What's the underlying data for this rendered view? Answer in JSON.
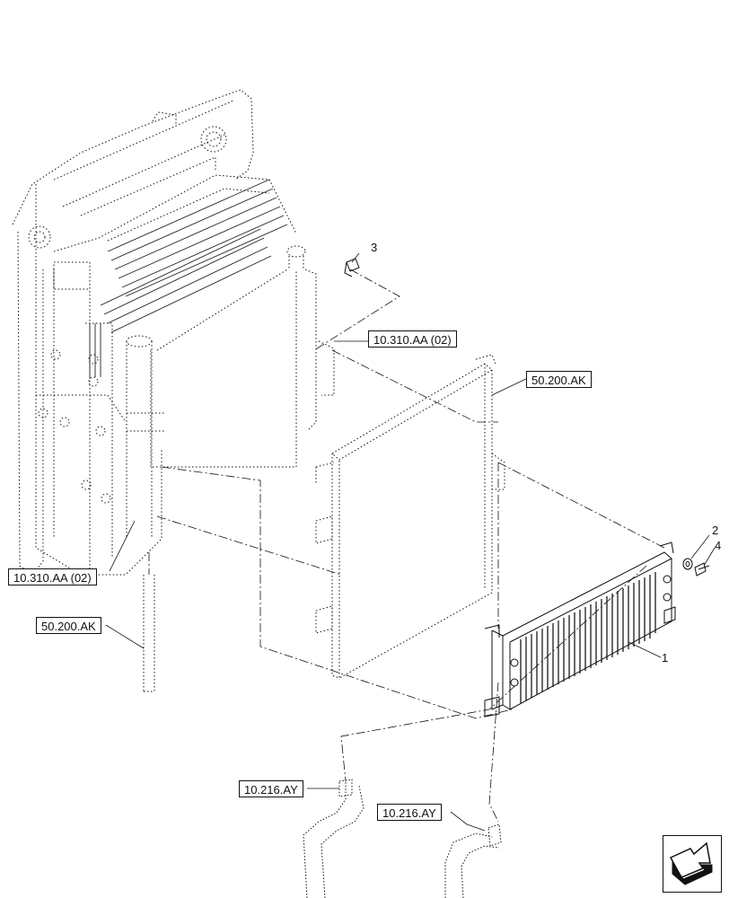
{
  "references": {
    "ref_10310aa_top": "10.310.AA (02)",
    "ref_50200ak_right": "50.200.AK",
    "ref_10310aa_left": "10.310.AA (02)",
    "ref_50200ak_left": "50.200.AK",
    "ref_10216ay_left": "10.216.AY",
    "ref_10216ay_right": "10.216.AY"
  },
  "callouts": {
    "c1": "1",
    "c2": "2",
    "c3": "3",
    "c4": "4"
  },
  "nav_icon": "next-page-arrow-icon",
  "colors": {
    "line": "#111111",
    "fin": "#222222",
    "background": "#ffffff"
  }
}
